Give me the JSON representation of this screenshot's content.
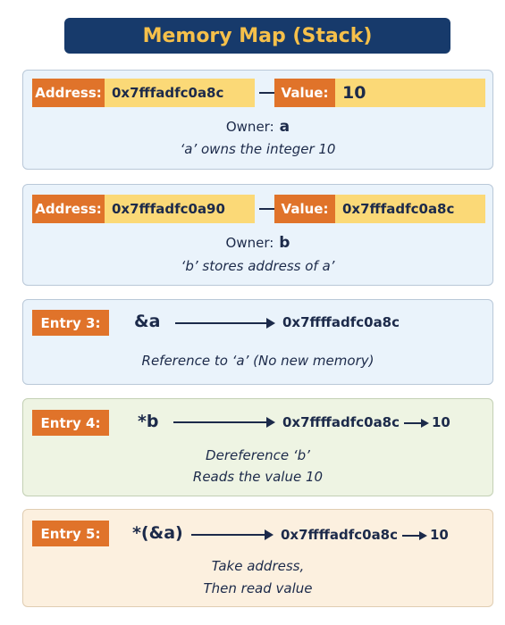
{
  "title": "Memory Map (Stack)",
  "entry1": {
    "address_label": "Address:",
    "address": "0x7fffadfc0a8c",
    "value_label": "Value:",
    "value": "10",
    "owner_label": "Owner:",
    "owner": "a",
    "note": "‘a’ owns the integer 10"
  },
  "entry2": {
    "address_label": "Address:",
    "address": "0x7fffadfc0a90",
    "value_label": "Value:",
    "value": "0x7fffadfc0a8c",
    "owner_label": "Owner:",
    "owner": "b",
    "note": "‘b’ stores address of a’"
  },
  "entry3": {
    "label": "Entry 3:",
    "expr": "&a",
    "target": "0x7ffffadfc0a8c",
    "note": "Reference to ‘a’ (No new memory)"
  },
  "entry4": {
    "label": "Entry 4:",
    "expr": "*b",
    "target": "0x7ffffadfc0a8c",
    "value": "10",
    "note_line1": "Dereference ‘b’",
    "note_line2": "Reads the value 10"
  },
  "entry5": {
    "label": "Entry 5:",
    "expr": "*(&a)",
    "target": "0x7ffffadfc0a8c",
    "value": "10",
    "note_line1": "Take address,",
    "note_line2": "Then read value"
  },
  "colors": {
    "title_bg": "#173a6b",
    "title_text": "#f6c04a",
    "label_orange": "#e0732a",
    "field_yellow": "#fbd977",
    "arrow": "#1c2a4a"
  }
}
